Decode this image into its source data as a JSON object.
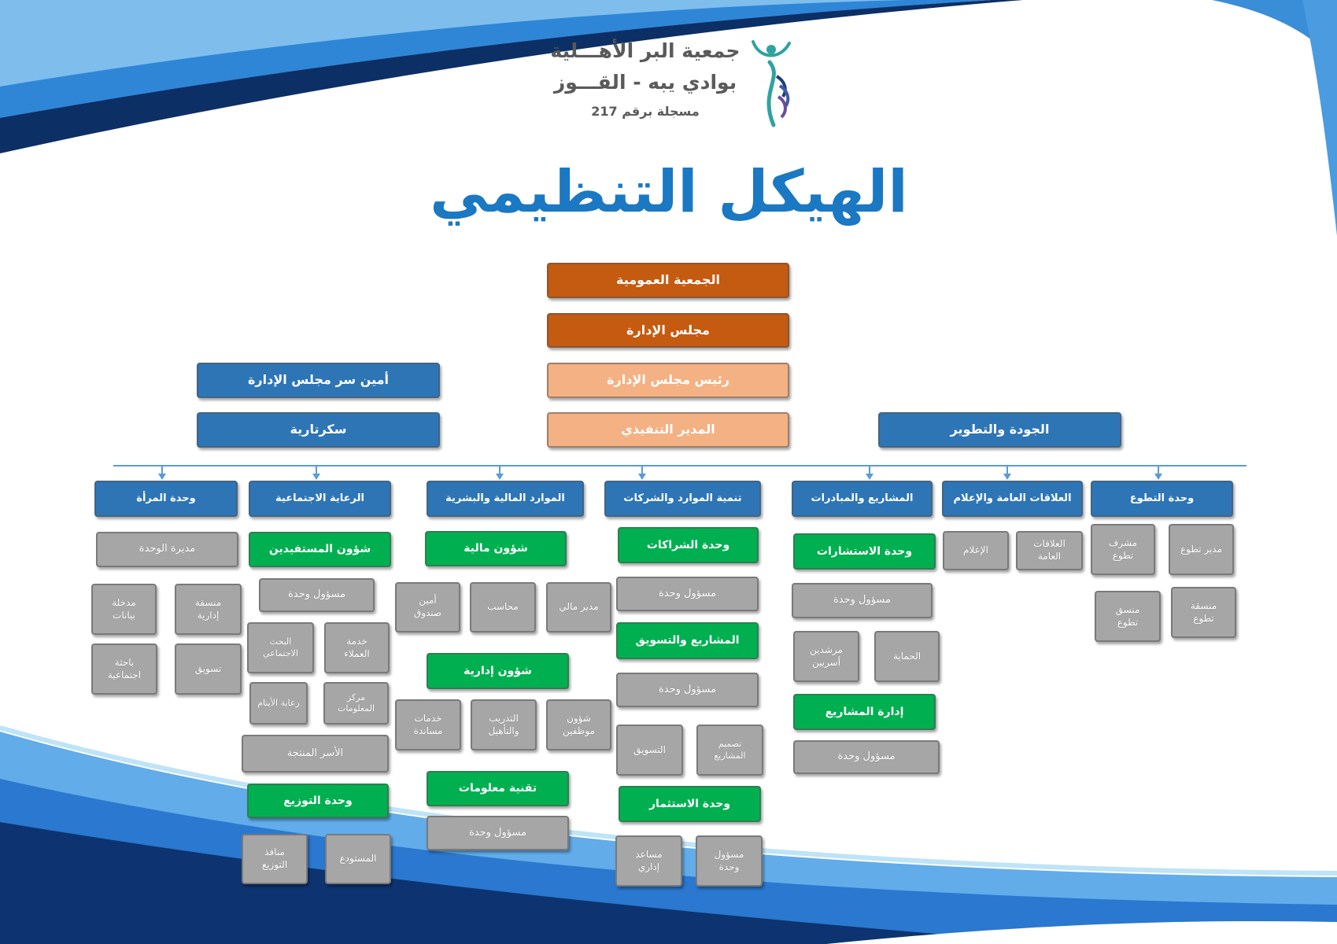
{
  "header": {
    "org_line1": "جمعية البر الأهـــلية",
    "org_line2": "بوادي يبه - القـــوز",
    "registration": "مسجلة برقم 217",
    "title": "الهيكل التنظيمي"
  },
  "logo": {
    "icon": "association-logo-icon"
  },
  "colors": {
    "title": "#1b78c2",
    "dark_orange": "#c55a11",
    "light_orange": "#f4b183",
    "blue": "#2e75b6",
    "green": "#00b050",
    "gray": "#a6a6a6",
    "connector": "#5b9bd5"
  },
  "governance": {
    "general_assembly": "الجمعية العمومية",
    "board": "مجلس الإدارة",
    "board_chair": "رئيس مجلس الإدارة",
    "executive_director": "المدير التنفيذي",
    "board_secretary": "أمين سر مجلس الإدارة",
    "secretariat": "سكرتارية",
    "quality_development": "الجودة والتطوير"
  },
  "departments": {
    "women_unit": {
      "title": "وحدة المرأة",
      "manager": "مديرة الوحدة",
      "staff": [
        "منسقة إدارية",
        "مدخلة بيانات",
        "تسويق",
        "باحثة اجتماعية"
      ]
    },
    "social_care": {
      "title": "الرعاية الاجتماعية",
      "beneficiaries": {
        "title": "شؤون المستفيدين",
        "lead": "مسؤول وحدة",
        "staff": [
          "خدمة العملاء",
          "البحث الاجتماعي",
          "مركز المعلومات",
          "رعاية الأيتام"
        ],
        "productive_families": "الأسر المنتجة"
      },
      "distribution": {
        "title": "وحدة التوزيع",
        "staff": [
          "المستودع",
          "منافذ التوزيع"
        ]
      }
    },
    "finance_hr": {
      "title": "الموارد المالية والبشرية",
      "financial": {
        "title": "شؤون مالية",
        "staff": [
          "مدير مالي",
          "محاسب",
          "أمين صندوق"
        ]
      },
      "administrative": {
        "title": "شؤون إدارية",
        "staff": [
          "شؤون موظفين",
          "التدريب والتأهيل",
          "خدمات مساندة"
        ]
      },
      "it": {
        "title": "تقنية معلومات",
        "lead": "مسؤول وحدة"
      }
    },
    "resource_development": {
      "title": "تنمية الموارد والشركات",
      "partnerships": {
        "title": "وحدة الشراكات",
        "lead": "مسؤول وحدة"
      },
      "projects_marketing": {
        "title": "المشاريع والتسويق",
        "lead": "مسؤول وحدة",
        "staff": [
          "تصميم المشاريع",
          "التسويق"
        ]
      },
      "investment": {
        "title": "وحدة الاستثمار",
        "staff": [
          "مسؤول وحدة",
          "مساعد إداري"
        ]
      }
    },
    "projects_initiatives": {
      "title": "المشاريع والمبادرات",
      "consulting": {
        "title": "وحدة الاستشارات",
        "lead": "مسؤول وحدة",
        "staff": [
          "الحماية",
          "مرشدين أسريين"
        ]
      },
      "project_management": {
        "title": "إدارة المشاريع",
        "lead": "مسؤول وحدة"
      }
    },
    "pr_media": {
      "title": "العلاقات العامة والإعلام",
      "staff": [
        "العلاقات العامة",
        "الإعلام"
      ]
    },
    "volunteering": {
      "title": "وحدة التطوع",
      "staff": [
        "مدير تطوع",
        "مشرف تطوع",
        "منسقة تطوع",
        "منسق تطوع"
      ]
    }
  }
}
